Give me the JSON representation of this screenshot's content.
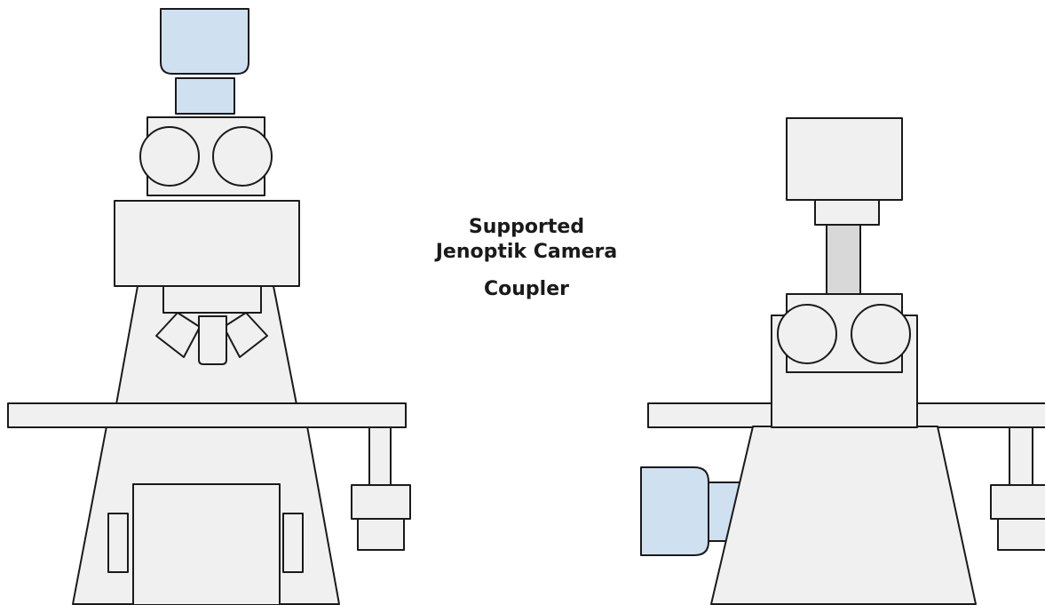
{
  "caption": {
    "line1": "Supported",
    "line2": "Jenoptik Camera",
    "line3": "Coupler"
  },
  "colors": {
    "camera_fill": "#cfe0f1",
    "body_fill": "#f0f0f0",
    "coupler_tube_fill": "#d8d8d8",
    "outline": "#1a1a1a"
  }
}
